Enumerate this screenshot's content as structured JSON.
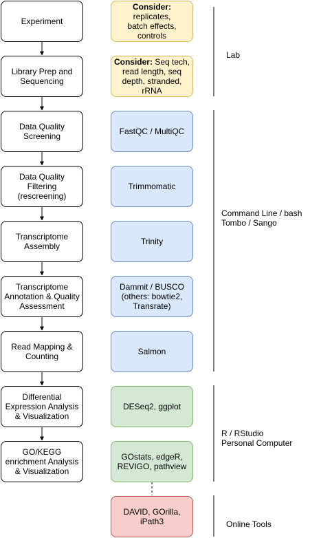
{
  "steps": [
    "Experiment",
    "Library Prep and\nSequencing",
    "Data Quality\nScreening",
    "Data Quality Filtering\n(rescreening)",
    "Transcriptome\nAssembly",
    "Transcriptome\nAnnotation & Quality\nAssessment",
    "Read Mapping &\nCounting",
    "Differential\nExpression Analysis\n& Visualization",
    "GO/KEGG\nenrichment Analysis\n& Visualization"
  ],
  "tools": {
    "consider_label": "Consider:",
    "consider1_rest": " replicates,\nbatch effects,\ncontrols",
    "consider2_rest": " Seq tech,\nread length, seq\ndepth, stranded,\nrRNA",
    "fastqc": "FastQC / MultiQC",
    "trimmomatic": "Trimmomatic",
    "trinity": "Trinity",
    "dammit": "Dammit / BUSCO\n(others: bowtie2,\nTransrate)",
    "salmon": "Salmon",
    "deseq": "DESeq2, ggplot",
    "gostats": "GOstats, edgeR,\nREVIGO, pathview",
    "david": "DAVID, GOrilla,\niPath3"
  },
  "groups": {
    "lab": "Lab",
    "cmd": "Command Line / bash\nTombo / Sango",
    "r": "R / RStudio\nPersonal Computer",
    "online": "Online Tools"
  },
  "colors": {
    "consider_fill": "#fff2cc",
    "tool_fill": "#dae8fc",
    "r_fill": "#d5e8d4",
    "online_fill": "#f8cecc"
  }
}
